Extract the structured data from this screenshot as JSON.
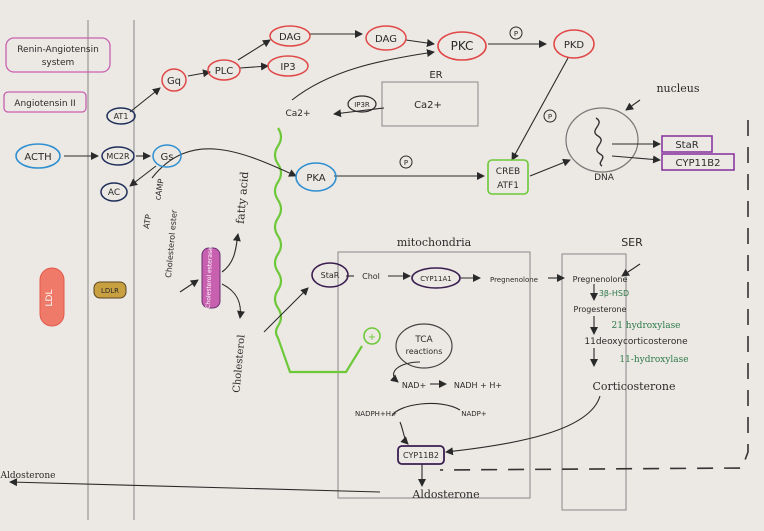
{
  "colors": {
    "paper": "#ece9e4",
    "ink": "#2a2a2a",
    "pencil": "#777777",
    "red": "#e04848",
    "blue": "#2f8fd0",
    "navy": "#1e2e5a",
    "purple": "#8a3aa0",
    "pink": "#c860b0",
    "green": "#6dc83a",
    "greentext": "#2e7a4a",
    "orange": "#f07a6a",
    "gold": "#c9a040"
  },
  "labels": {
    "raas": "Renin-Angiotensin system",
    "raas_line1": "Renin-Angiotensin",
    "raas_line2": "system",
    "ang2": "Angiotensin II",
    "acth": "ACTH",
    "ldl": "LDL",
    "at1": "AT1",
    "gq": "Gq",
    "plc": "PLC",
    "dag_top": "DAG",
    "ip3": "IP3",
    "dag2": "DAG",
    "pkc": "PKC",
    "pkd": "PKD",
    "p_pkc_pkd": "P",
    "p_pkd_creb": "P",
    "er": "ER",
    "ip3r": "IP3R",
    "ca_er": "Ca2+",
    "ca_cyto": "Ca2+",
    "nucleus": "nucleus",
    "dna": "DNA",
    "star_gene": "StaR",
    "cyp11b2_gene": "CYP11B2",
    "mc2r": "MC2R",
    "gs": "Gs",
    "ac": "AC",
    "atp": "ATP",
    "camp": "cAMP",
    "pka": "PKA",
    "p_pka": "P",
    "creb": "CREB",
    "atf1": "ATF1",
    "fatty_acid": "fatty acid",
    "chol_ester": "Cholesterol ester",
    "chol_esterase": "Cholesterol esterase",
    "ldlr": "LDLR",
    "cholesterol": "Cholesterol",
    "mitochondria": "mitochondria",
    "star": "StaR",
    "chol": "Chol",
    "cyp11a1": "CYP11A1",
    "pregnenolone_mito": "Pregnenolone",
    "ser": "SER",
    "pregnenolone_ser": "Pregnenolone",
    "hsd": "3β-HSD",
    "progesterone": "Progesterone",
    "hydroxylase21": "21 hydroxylase",
    "deoxycorticosterone": "11deoxycorticosterone",
    "hydroxylase11": "11-hydroxylase",
    "corticosterone": "Corticosterone",
    "tca1": "TCA",
    "tca2": "reactions",
    "plus": "+",
    "nad": "NAD+",
    "nadh": "NADH + H+",
    "nadph": "NADPH+H+",
    "nadp": "NADP+",
    "cyp11b2": "CYP11B2",
    "aldosterone_mito": "Aldosterone",
    "aldosterone_out": "Aldosterone"
  }
}
